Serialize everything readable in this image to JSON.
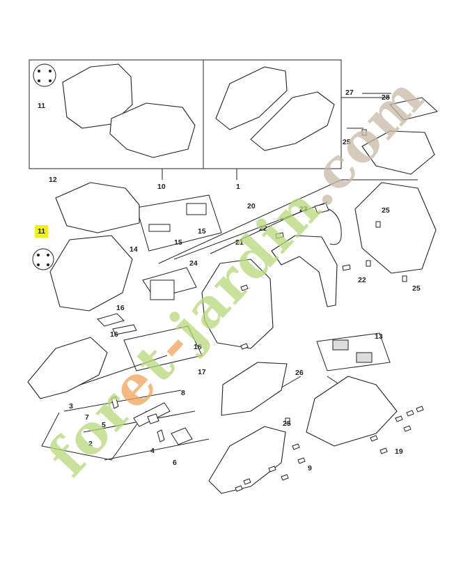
{
  "callouts": {
    "c1": "1",
    "c2": "2",
    "c3": "3",
    "c4": "4",
    "c5": "5",
    "c6": "6",
    "c7": "7",
    "c8": "8",
    "c9": "9",
    "c10": "10",
    "c11a": "11",
    "c11b": "11",
    "c12": "12",
    "c13": "13",
    "c14": "14",
    "c15a": "15",
    "c15b": "15",
    "c16a": "16",
    "c16b": "16",
    "c17": "17",
    "c18": "18",
    "c19": "19",
    "c20": "20",
    "c21": "21",
    "c22a": "22",
    "c22b": "22",
    "c23": "23",
    "c24": "24",
    "c25a": "25",
    "c25b": "25",
    "c25c": "25",
    "c25d": "25",
    "c26": "26",
    "c27": "27",
    "c28": "28"
  },
  "watermark": {
    "part1": "for",
    "dot1": "e",
    "part2": "t",
    "dot2": "-",
    "part3": "jardin",
    "tail": ".com"
  },
  "colors": {
    "highlight": "#eef21a",
    "line": "#222222",
    "watermark_green": "#b8d97a",
    "watermark_orange": "#f2a35c",
    "watermark_taupe": "#c9b9a6"
  }
}
